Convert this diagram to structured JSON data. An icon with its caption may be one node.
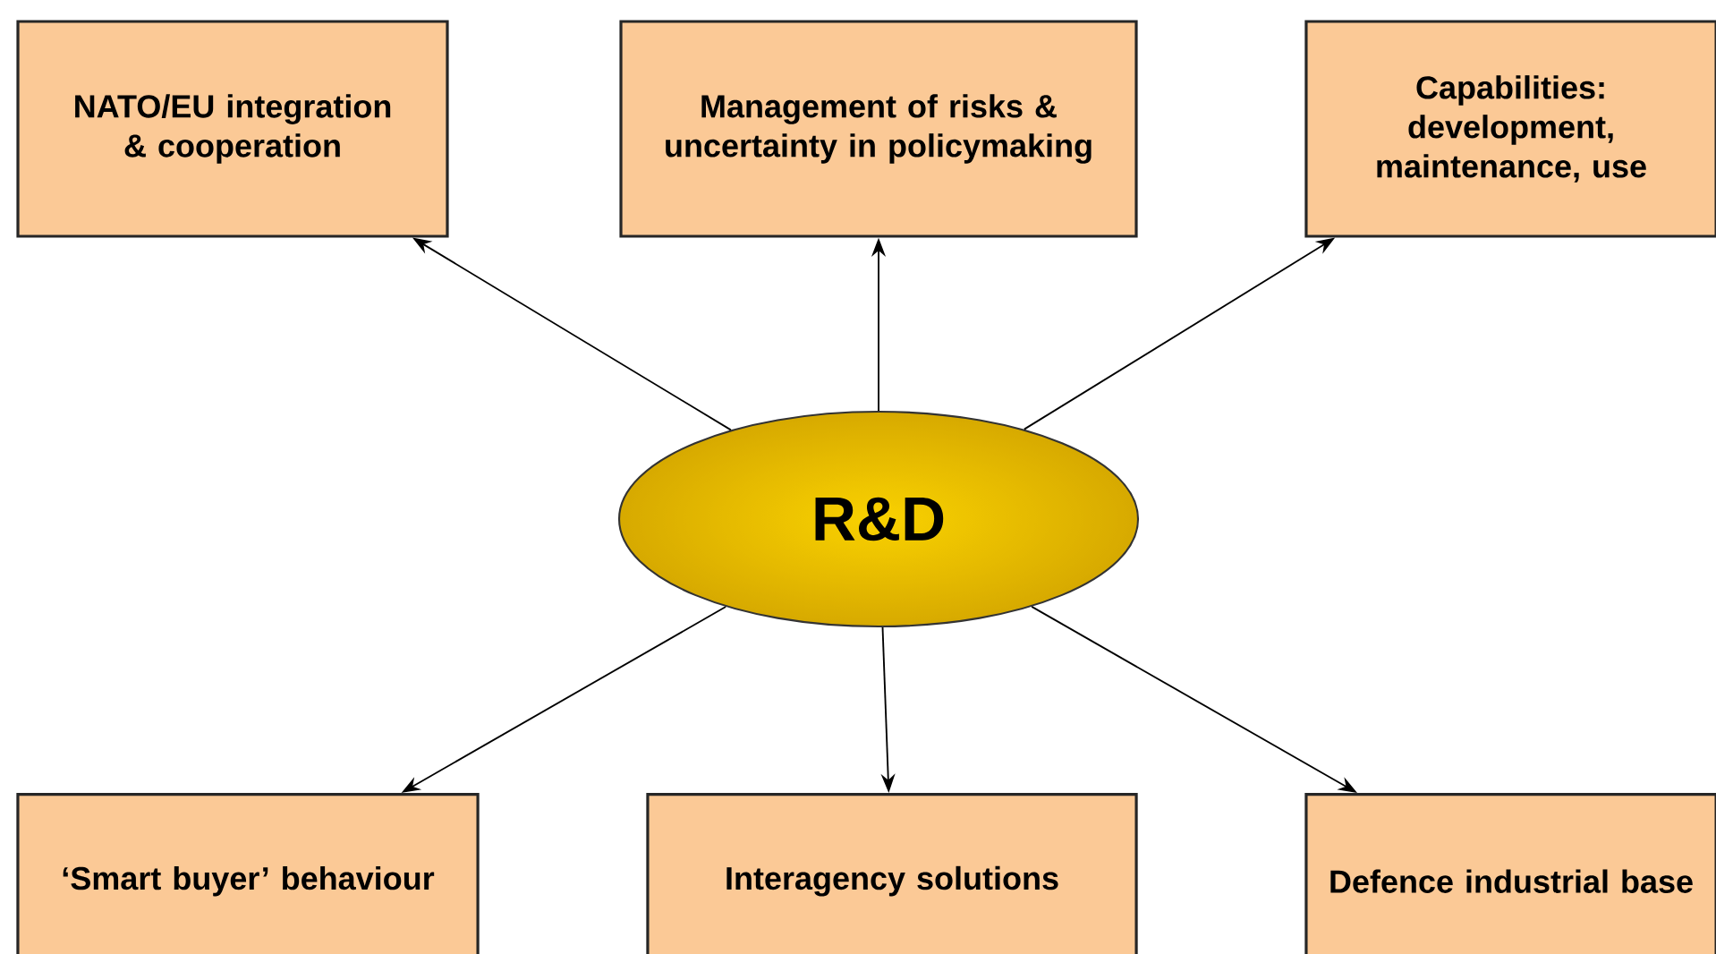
{
  "diagram": {
    "nodes": [
      {
        "text": [
          "R&D"
        ]
      },
      {
        "text": [
          "NATO/EU integration & cooperation"
        ]
      },
      {
        "text": [
          "Management of risks & uncertainty in policymaking"
        ]
      },
      {
        "text": [
          "Capabilities: development, maintenance, use"
        ]
      },
      {
        "text": [
          "‘Smart buyer’ behaviour"
        ]
      },
      {
        "text": [
          "Interagency solutions"
        ]
      },
      {
        "text": [
          "Defence industrial base"
        ]
      }
    ],
    "edges": [
      {
        "from": 0,
        "to": 1,
        "arrow": "to"
      },
      {
        "from": 0,
        "to": 2,
        "arrow": "to"
      },
      {
        "from": 0,
        "to": 3,
        "arrow": "to"
      },
      {
        "from": 0,
        "to": 4,
        "arrow": "to"
      },
      {
        "from": 0,
        "to": 5,
        "arrow": "to"
      },
      {
        "from": 0,
        "to": 6,
        "arrow": "to"
      }
    ]
  }
}
